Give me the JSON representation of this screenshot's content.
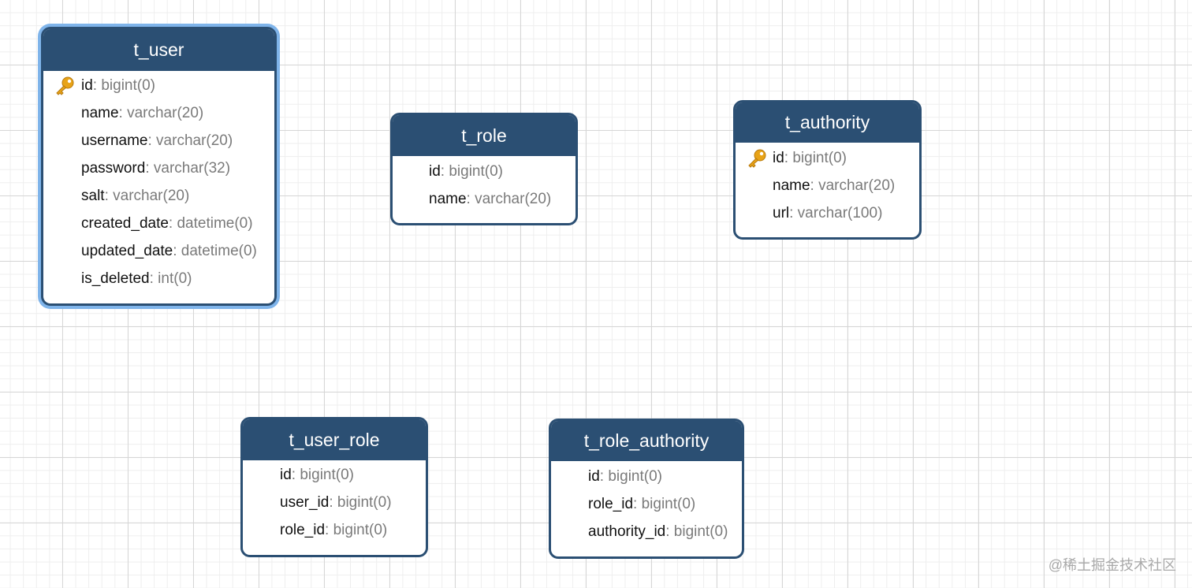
{
  "tables": {
    "t_user": {
      "title": "t_user",
      "fields": [
        {
          "name": "id",
          "type": ": bigint(0)",
          "primary_key": true
        },
        {
          "name": "name",
          "type": ": varchar(20)"
        },
        {
          "name": "username",
          "type": ": varchar(20)"
        },
        {
          "name": "password",
          "type": ": varchar(32)"
        },
        {
          "name": "salt",
          "type": ": varchar(20)"
        },
        {
          "name": "created_date",
          "type": ": datetime(0)"
        },
        {
          "name": "updated_date",
          "type": ": datetime(0)"
        },
        {
          "name": "is_deleted",
          "type": ": int(0)"
        }
      ]
    },
    "t_role": {
      "title": "t_role",
      "fields": [
        {
          "name": "id",
          "type": ": bigint(0)"
        },
        {
          "name": "name",
          "type": ": varchar(20)"
        }
      ]
    },
    "t_authority": {
      "title": "t_authority",
      "fields": [
        {
          "name": "id",
          "type": ": bigint(0)",
          "primary_key": true
        },
        {
          "name": "name",
          "type": ": varchar(20)"
        },
        {
          "name": "url",
          "type": ": varchar(100)"
        }
      ]
    },
    "t_user_role": {
      "title": "t_user_role",
      "fields": [
        {
          "name": "id",
          "type": ": bigint(0)"
        },
        {
          "name": "user_id",
          "type": ": bigint(0)"
        },
        {
          "name": "role_id",
          "type": ": bigint(0)"
        }
      ]
    },
    "t_role_authority": {
      "title": "t_role_authority",
      "fields": [
        {
          "name": "id",
          "type": ": bigint(0)"
        },
        {
          "name": "role_id",
          "type": ": bigint(0)"
        },
        {
          "name": "authority_id",
          "type": ": bigint(0)"
        }
      ]
    }
  },
  "watermark": "@稀土掘金技术社区",
  "colors": {
    "header": "#2b4f73",
    "selection": "#7fb4ea",
    "key_icon": "#e8a317",
    "field_type": "#7a7a7a"
  },
  "icons": {
    "primary_key": "key-icon"
  }
}
